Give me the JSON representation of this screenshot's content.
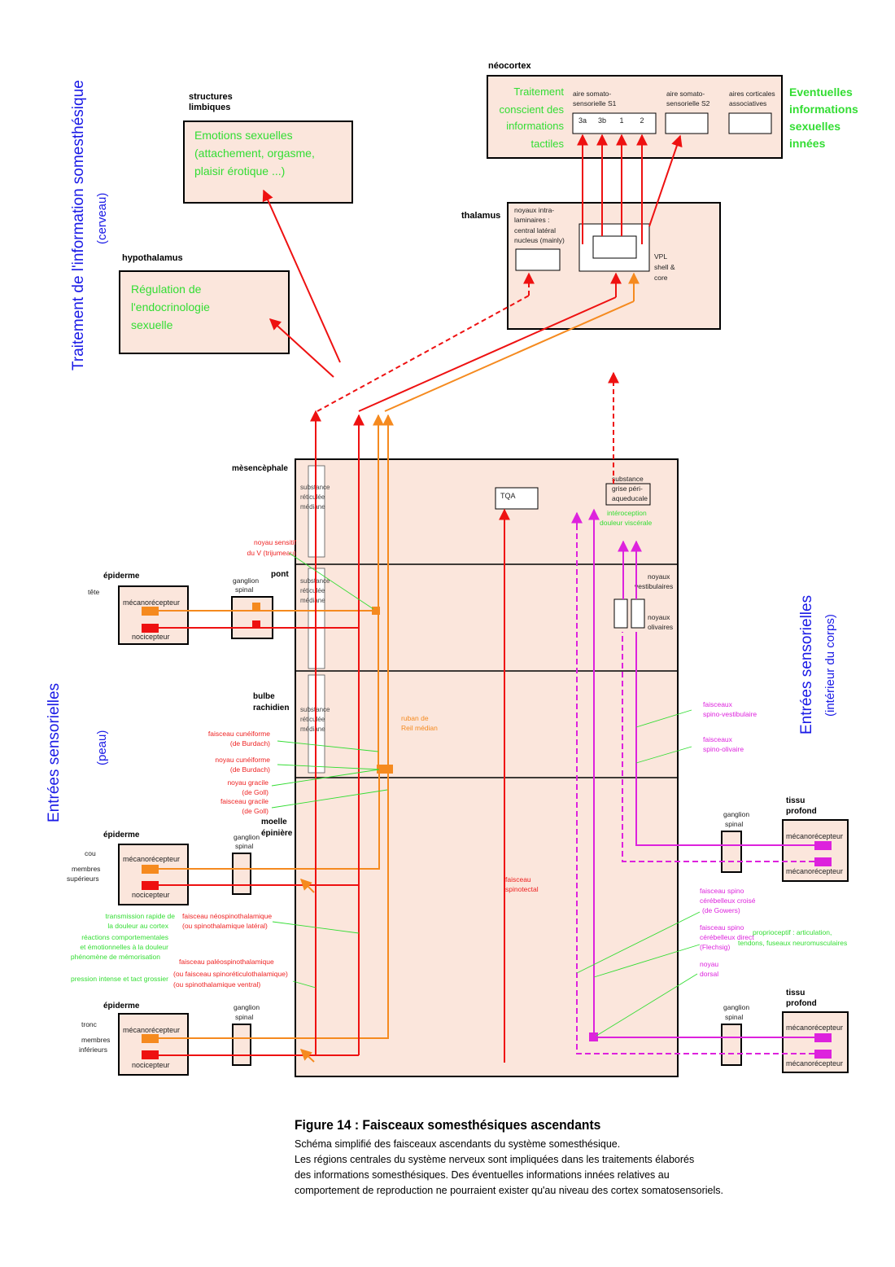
{
  "colors": {
    "box_fill": "#fbe6dc",
    "red": "#ee1111",
    "orange": "#f58a1f",
    "magenta": "#dd22dd",
    "green": "#33dd33",
    "blue": "#1a1ae6",
    "text_red": "#ee2222"
  },
  "side_labels": {
    "brain_main": "Traitement de l'information somesthésique",
    "brain_sub": "(cerveau)",
    "skin_main": "Entrées sensorielles",
    "skin_sub": "(peau)",
    "body_main": "Entrées sensorielles",
    "body_sub": "(intérieur du corps)"
  },
  "neocortex": {
    "title": "néocortex",
    "green_left": [
      "Traitement",
      "conscient des",
      "informations",
      "tactiles"
    ],
    "s1_label": [
      "aire somato-",
      "sensorielle S1"
    ],
    "s1_areas": [
      "3a",
      "3b",
      "1",
      "2"
    ],
    "s2_label": [
      "aire somato-",
      "sensorielle S2"
    ],
    "assoc_label": [
      "aires corticales",
      "associatives"
    ],
    "green_right": [
      "Eventuelles",
      "informations",
      "sexuelles",
      "innées"
    ]
  },
  "limbic": {
    "title": [
      "structures",
      "limbiques"
    ],
    "text": [
      "Emotions sexuelles",
      "(attachement, orgasme,",
      "plaisir érotique ...)"
    ]
  },
  "hypothalamus": {
    "title": "hypothalamus",
    "text": [
      "Régulation de",
      "l'endocrinologie",
      "sexuelle"
    ]
  },
  "thalamus": {
    "title": "thalamus",
    "intralaminar": [
      "noyaux intra-",
      "laminaires :",
      "central latéral",
      "nucleus (mainly)"
    ],
    "vpl": [
      "VPL",
      "shell &",
      "core"
    ]
  },
  "brainstem": {
    "mesencephale": "mèsencèphale",
    "pont": "pont",
    "bulbe": [
      "bulbe",
      "rachidien"
    ],
    "moelle": [
      "moelle",
      "épinière"
    ],
    "reticulee": [
      "substance",
      "réticulée",
      "médiane"
    ],
    "tqa": "TQA",
    "pag": [
      "substance",
      "grise péri-",
      "aqueducale"
    ],
    "interoception": [
      "intéroception",
      "douleur viscérale"
    ],
    "vestibulaires": [
      "noyaux",
      "vestibulaires"
    ],
    "olivaires": [
      "noyaux",
      "olivaires"
    ],
    "trijumeau": [
      "noyau sensitif",
      "du V (trijumeau)"
    ],
    "ruban": [
      "ruban de",
      "Reil médian"
    ],
    "spinotectal": [
      "faisceau",
      "spinotectal"
    ]
  },
  "skin": {
    "epiderme": "épiderme",
    "mecano": "mécanorécepteur",
    "noci": "nocicepteur",
    "ganglion": [
      "ganglion",
      "spinal"
    ],
    "tete": "tête",
    "cou": "cou",
    "membres_sup": [
      "membres",
      "supérieurs"
    ],
    "tronc": "tronc",
    "membres_inf": [
      "membres",
      "inférieurs"
    ]
  },
  "deep": {
    "tissu": [
      "tissu",
      "profond"
    ],
    "mecano": "mécanorécepteur"
  },
  "tract_labels": {
    "cuneiforme_f": [
      "faisceau cunéiforme",
      "(de Burdach)"
    ],
    "cuneiforme_n": [
      "noyau cunéiforme",
      "(de Burdach)"
    ],
    "gracile_n": [
      "noyau gracile",
      "(de Goll)"
    ],
    "gracile_f": [
      "faisceau gracile",
      "(de Goll)"
    ],
    "neo": [
      "faisceau néospinothalamique",
      "(ou spinothalamique latéral)"
    ],
    "paleo": [
      "faisceau paléospinothalamique",
      "(ou faisceau spinoréticulothalamique)",
      "(ou spinothalamique ventral)"
    ],
    "spino_vest": [
      "faisceaux",
      "spino-vestibulaire"
    ],
    "spino_oliv": [
      "faisceaux",
      "spino-olivaire"
    ],
    "gowers": [
      "faisceau spino",
      "cérébelleux croisé",
      "(de Gowers)"
    ],
    "flechsig": [
      "faisceau spino",
      "cérébelleux direct",
      "(Flechsig)"
    ],
    "dorsal": [
      "noyau",
      "dorsal"
    ]
  },
  "green_notes": {
    "rapide": [
      "transmission rapide de",
      "la douleur au cortex"
    ],
    "reactions": [
      "réactions comportementales",
      "et émotionnelles à la douleur",
      "phénomène de mémorisation"
    ],
    "pression": "pression intense et tact grossier",
    "proprio": [
      "proprioceptif : articulation,",
      "tendons, fuseaux neuromusculaires"
    ]
  },
  "caption": {
    "title": "Figure 14 : Faisceaux somesthésiques ascendants",
    "lines": [
      "Schéma simplifié des faisceaux ascendants du système somesthésique.",
      "Les régions centrales du système nerveux sont impliquées dans les traitements élaborés",
      "des informations somesthésiques. Des éventuelles informations innées relatives au",
      "comportement de reproduction ne pourraient exister qu'au niveau des cortex somatosensoriels."
    ]
  }
}
